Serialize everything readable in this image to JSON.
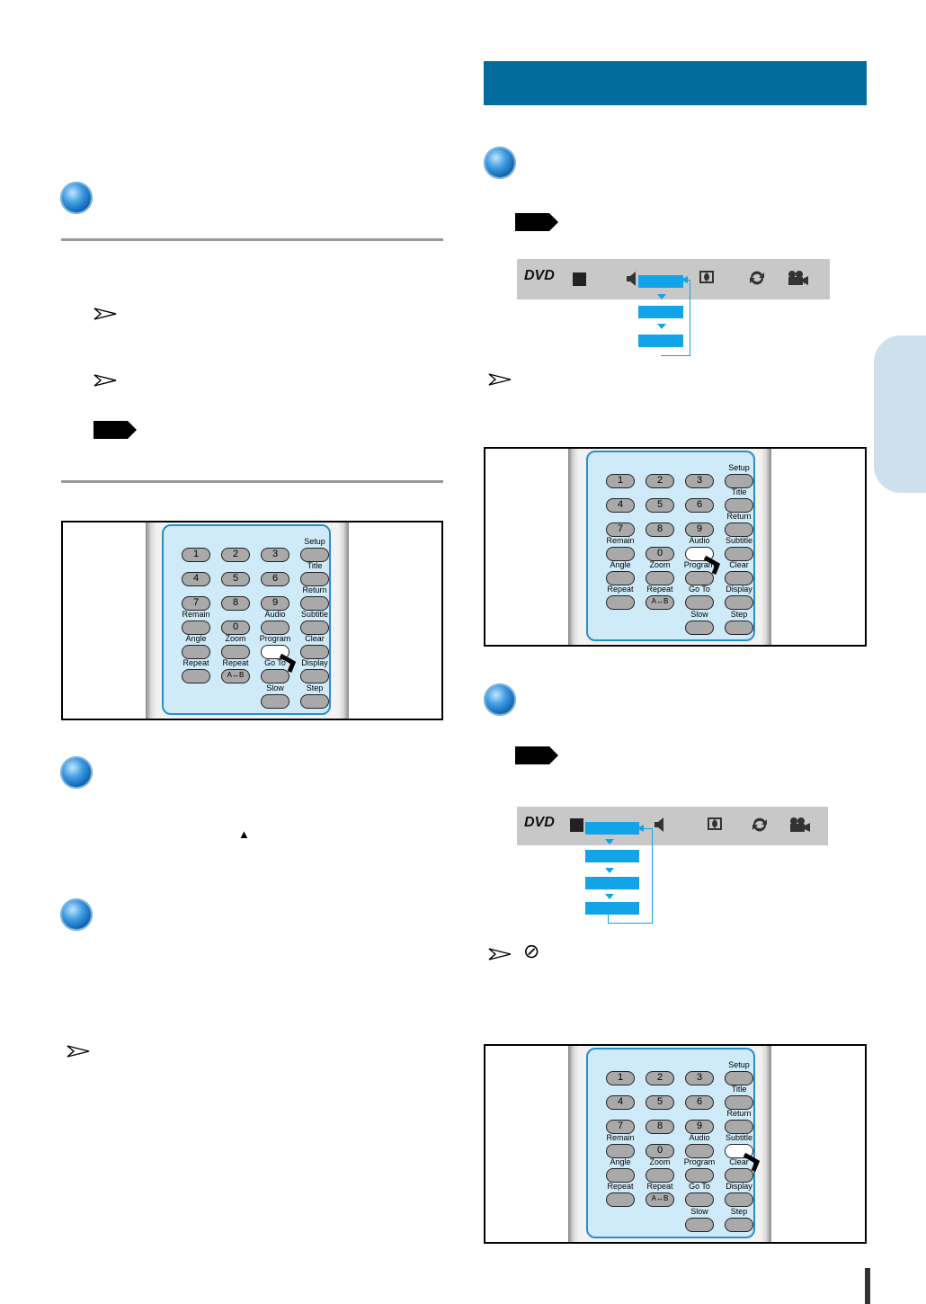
{
  "remote": {
    "numbers": [
      "1",
      "2",
      "3",
      "4",
      "5",
      "6",
      "7",
      "8",
      "9",
      "0"
    ],
    "labels": {
      "setup": "Setup",
      "title": "Title",
      "return": "Return",
      "remain": "Remain",
      "audio": "Audio",
      "subtitle": "Subtitle",
      "angle": "Angle",
      "zoom": "Zoom",
      "program": "Program",
      "clear": "Clear",
      "repeat": "Repeat",
      "repeat_ab": "Repeat",
      "ab": "A↔B",
      "goto": "Go To",
      "display": "Display",
      "slow": "Slow",
      "step": "Step"
    }
  },
  "osd": {
    "logo": "DVD"
  },
  "symbols": {
    "eject": "▲",
    "prohibit": "⊘"
  },
  "colors": {
    "header": "#006b9c",
    "osd_field": "#12a3e8",
    "side_tab": "#cfe0ed"
  }
}
